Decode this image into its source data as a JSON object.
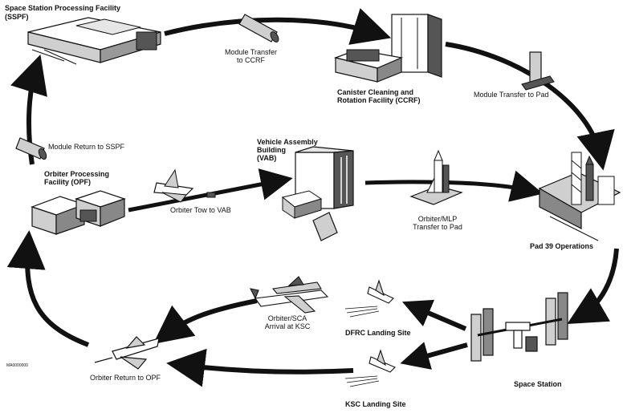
{
  "diagram": {
    "labels": {
      "sspf": "Space Station Processing Facility",
      "sspf_abbr": "(SSPF)",
      "module_transfer_ccrf_1": "Module Transfer",
      "module_transfer_ccrf_2": "to CCRF",
      "ccrf_1": "Canister Cleaning and",
      "ccrf_2": "Rotation Facility (CCRF)",
      "module_transfer_pad": "Module Transfer to Pad",
      "module_return_sspf": "Module Return to SSPF",
      "opf_1": "Orbiter Processing",
      "opf_2": "Facility (OPF)",
      "orbiter_tow_vab": "Orbiter Tow to VAB",
      "vab_1": "Vehicle Assembly",
      "vab_2": "Building",
      "vab_3": "(VAB)",
      "mlp_transfer_1": "Orbiter/MLP",
      "mlp_transfer_2": "Transfer to Pad",
      "pad_ops": "Pad 39 Operations",
      "sca_1": "Orbiter/SCA",
      "sca_2": "Arrival at KSC",
      "dfrc_landing": "DFRC Landing Site",
      "ksc_landing": "KSC Landing Site",
      "space_station": "Space Station",
      "orbiter_return_opf": "Orbiter Return to OPF",
      "figure_id": "MA0000000"
    },
    "colors": {
      "ink": "#111111",
      "building_light": "#ffffff",
      "building_shade": "#cfcfcf",
      "building_dark": "#555555"
    }
  }
}
